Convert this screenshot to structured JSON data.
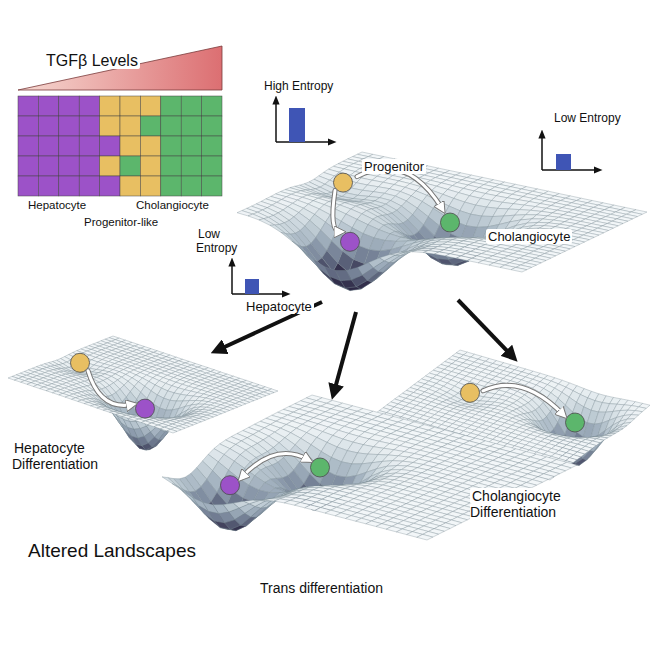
{
  "diagram": {
    "labels": [
      "TGFβ Levels",
      "Hepatocyte",
      "Progenitor-like",
      "Cholangiocyte",
      "High Entropy",
      "Progenitor",
      "Low Entropy",
      "Cholangiocyte",
      "Low Entropy",
      "Hepatocyte",
      "Hepatocyte Differentiation",
      "Trans differentiation",
      "Cholangiocyte Differentiation",
      "Altered Landscapes"
    ]
  }
}
